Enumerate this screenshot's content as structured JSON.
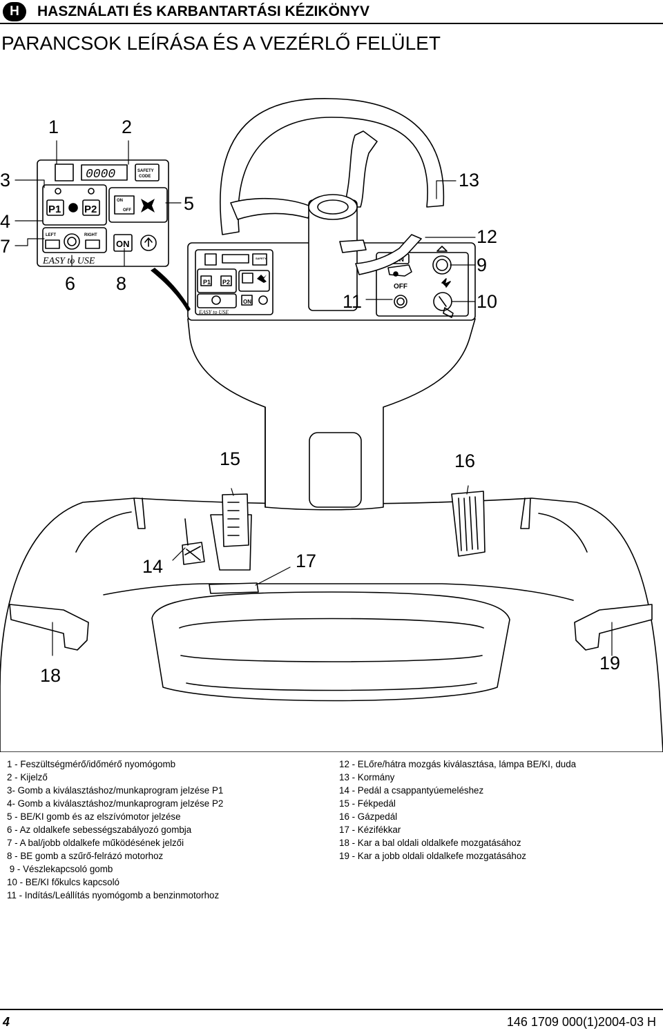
{
  "header": {
    "lang_badge": "H",
    "manual_title": "HASZNÁLATI ÉS KARBANTARTÁSI KÉZIKÖNYV",
    "page_title": "PARANCSOK LEÍRÁSA ÉS A VEZÉRLŐ FELÜLET"
  },
  "figure": {
    "callouts": {
      "n1": "1",
      "n2": "2",
      "n3": "3",
      "n4": "4",
      "n5": "5",
      "n6": "6",
      "n7": "7",
      "n8": "8",
      "n9": "9",
      "n10": "10",
      "n11": "11",
      "n12": "12",
      "n13": "13",
      "n14": "14",
      "n15": "15",
      "n16": "16",
      "n17": "17",
      "n18": "18",
      "n19": "19"
    },
    "panel": {
      "display": "0000",
      "safety_line1": "SAFETY",
      "safety_line2": "CODE",
      "p1": "P1",
      "p2": "P2",
      "on_label": "ON",
      "off_label": "OFF",
      "left_label": "LEFT",
      "right_label": "RIGHT",
      "on_button": "ON",
      "easy": "EASY to USE"
    },
    "dash": {
      "on": "ON",
      "off": "OFF"
    }
  },
  "legend": {
    "left": [
      "1 - Feszültségmérő/időmérő nyomógomb",
      "2 - Kijelző",
      "3- Gomb a kiválasztáshoz/munkaprogram jelzése P1",
      "4- Gomb a kiválasztáshoz/munkaprogram jelzése P2",
      "5 - BE/KI gomb és az elszívómotor jelzése",
      "6 - Az oldalkefe sebességszabályozó gombja",
      "7 - A bal/jobb oldalkefe működésének jelzői",
      "8 - BE gomb a szűrő-felrázó motorhoz",
      " 9 - Vészlekapcsoló gomb",
      "10 - BE/KI főkulcs kapcsoló",
      "11 - Indítás/Leállítás nyomógomb a benzinmotorhoz"
    ],
    "right": [
      "12 - ELőre/hátra mozgás kiválasztása, lámpa BE/KI, duda",
      "13 - Kormány",
      "14 - Pedál a csappantyúemeléshez",
      "15 - Fékpedál",
      "16 - Gázpedál",
      "17 - Kézifékkar",
      "18 - Kar a bal oldali oldalkefe mozgatásához",
      "19 - Kar a jobb oldali oldalkefe mozgatásához"
    ]
  },
  "footer": {
    "page_number": "4",
    "doc_code": "146 1709 000(1)2004-03 H"
  }
}
